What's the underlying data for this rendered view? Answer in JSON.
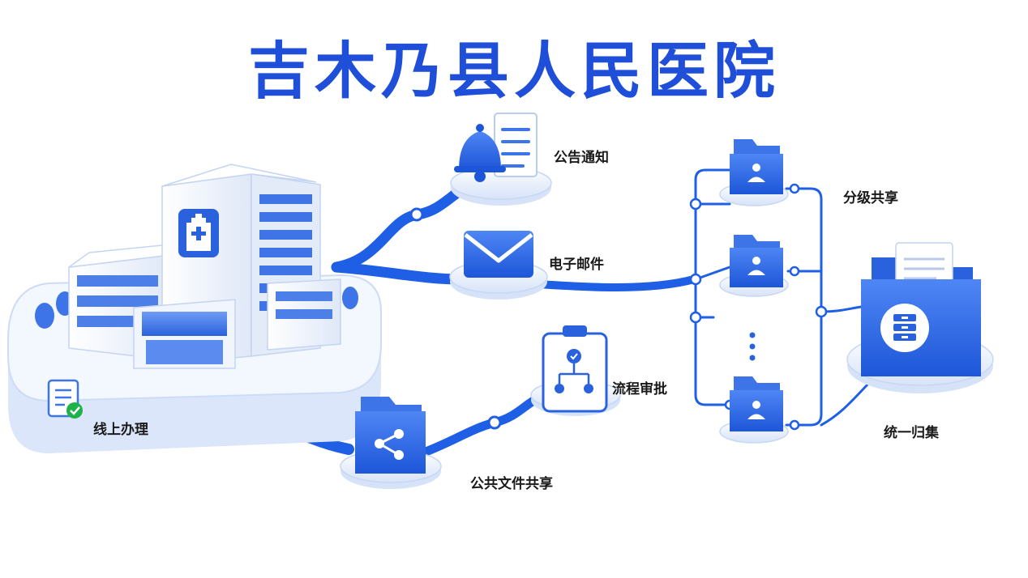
{
  "title": "吉木乃县人民医院",
  "labels": {
    "announcement": "公告通知",
    "email": "电子邮件",
    "approval": "流程审批",
    "file_share": "公共文件共享",
    "online": "线上办理",
    "tiered_share": "分级共享",
    "unified": "统一归集"
  },
  "colors": {
    "primary": "#1e5fe6",
    "title": "#1f4fd8",
    "light": "#dfe9fb",
    "platform": "#eef3fd"
  },
  "icons": {
    "hospital": "hospital-building-icon",
    "bell": "bell-icon",
    "document": "document-icon",
    "envelope": "envelope-icon",
    "clipboard": "clipboard-flow-icon",
    "share_folder": "share-folder-icon",
    "user_folder": "user-folder-icon",
    "archive": "archive-folder-icon",
    "check": "check-icon"
  }
}
